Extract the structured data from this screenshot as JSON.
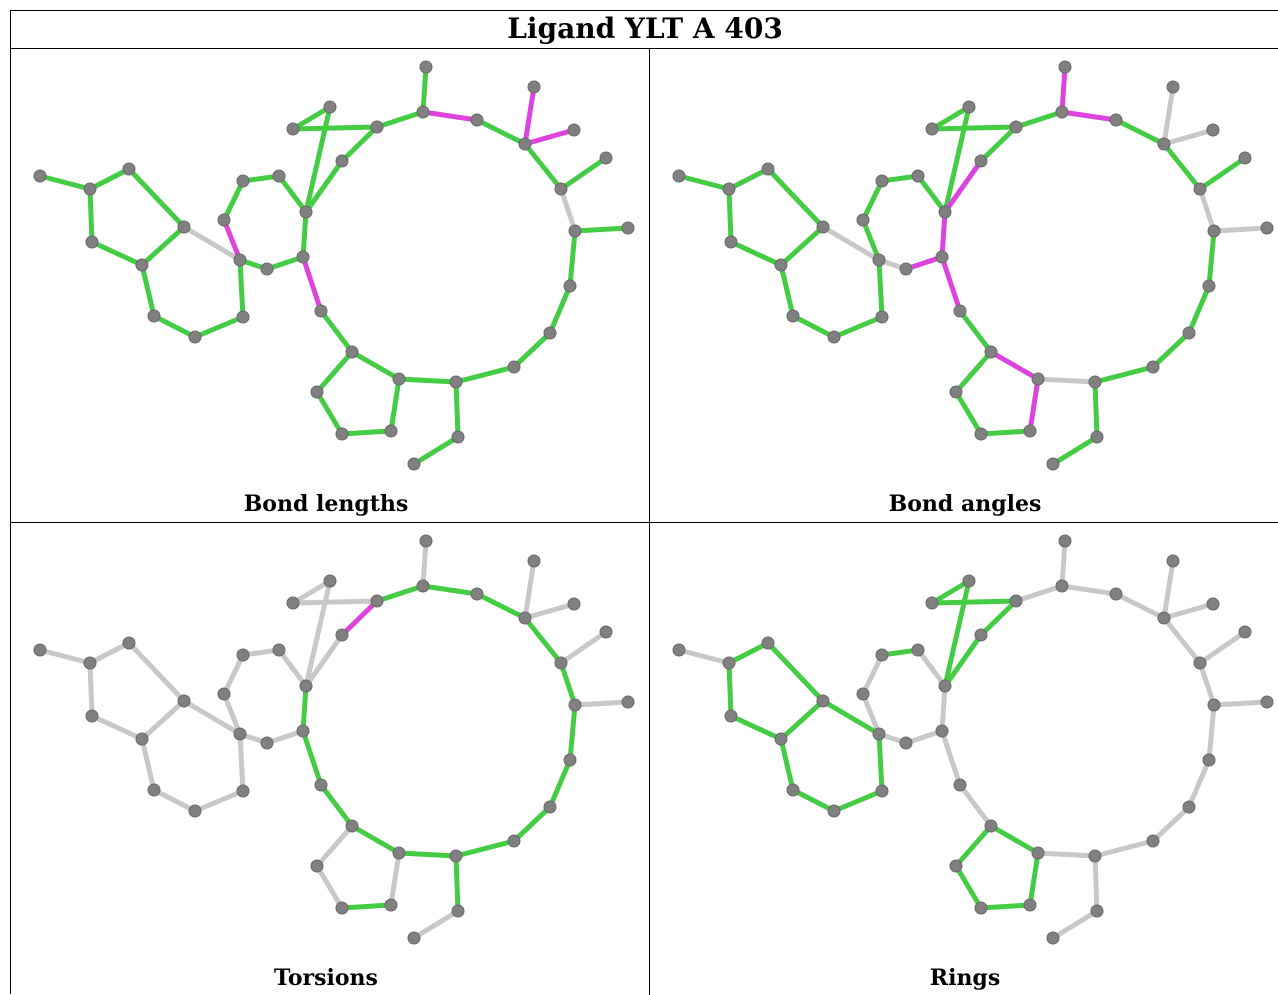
{
  "title": "Ligand YLT A 403",
  "colors": {
    "ok": "#44cc44",
    "outlier": "#dd44dd",
    "none": "#c8c8c8",
    "atom": "#808080"
  },
  "panels": [
    {
      "id": "bond-lengths",
      "caption": "Bond lengths",
      "outliers": [
        [
          3,
          4
        ],
        [
          15,
          16
        ],
        [
          16,
          17
        ],
        [
          16,
          18
        ]
      ],
      "grey": [
        [
          16,
          19
        ],
        [
          33,
          34
        ]
      ]
    },
    {
      "id": "bond-angles",
      "caption": "Bond angles",
      "outliers": [
        [
          1,
          2
        ],
        [
          0,
          1
        ],
        [
          3,
          4
        ],
        [
          13,
          14
        ],
        [
          14,
          15
        ],
        [
          10,
          11
        ],
        [
          11,
          12
        ]
      ],
      "grey": [
        [
          16,
          19
        ],
        [
          33,
          34
        ],
        [
          16,
          17
        ],
        [
          16,
          18
        ],
        [
          11,
          28
        ]
      ]
    },
    {
      "id": "torsions",
      "caption": "Torsions",
      "outliers": [
        [
          14,
          15
        ]
      ],
      "green": [
        [
          15,
          16
        ],
        [
          16,
          19
        ],
        [
          19,
          21
        ],
        [
          21,
          22
        ],
        [
          22,
          23
        ],
        [
          23,
          24
        ],
        [
          24,
          25
        ],
        [
          25,
          26
        ],
        [
          26,
          27
        ],
        [
          27,
          28
        ],
        [
          28,
          29
        ],
        [
          28,
          11
        ],
        [
          11,
          10
        ],
        [
          10,
          9
        ],
        [
          9,
          8
        ],
        [
          8,
          1
        ]
      ]
    },
    {
      "id": "rings",
      "caption": "Rings",
      "green": [
        [
          35,
          36
        ],
        [
          36,
          37
        ],
        [
          37,
          38
        ],
        [
          38,
          39
        ],
        [
          39,
          40
        ],
        [
          40,
          35
        ],
        [
          39,
          42
        ],
        [
          42,
          43
        ],
        [
          43,
          44
        ],
        [
          44,
          45
        ],
        [
          45,
          38
        ],
        [
          9,
          10
        ],
        [
          10,
          11
        ],
        [
          11,
          12
        ],
        [
          12,
          13
        ],
        [
          13,
          9
        ],
        [
          0,
          1
        ],
        [
          1,
          2
        ],
        [
          2,
          3
        ],
        [
          3,
          0
        ],
        [
          0,
          4
        ],
        [
          4,
          5
        ],
        [
          5,
          6
        ],
        [
          6,
          7
        ],
        [
          7,
          3
        ]
      ]
    }
  ]
}
